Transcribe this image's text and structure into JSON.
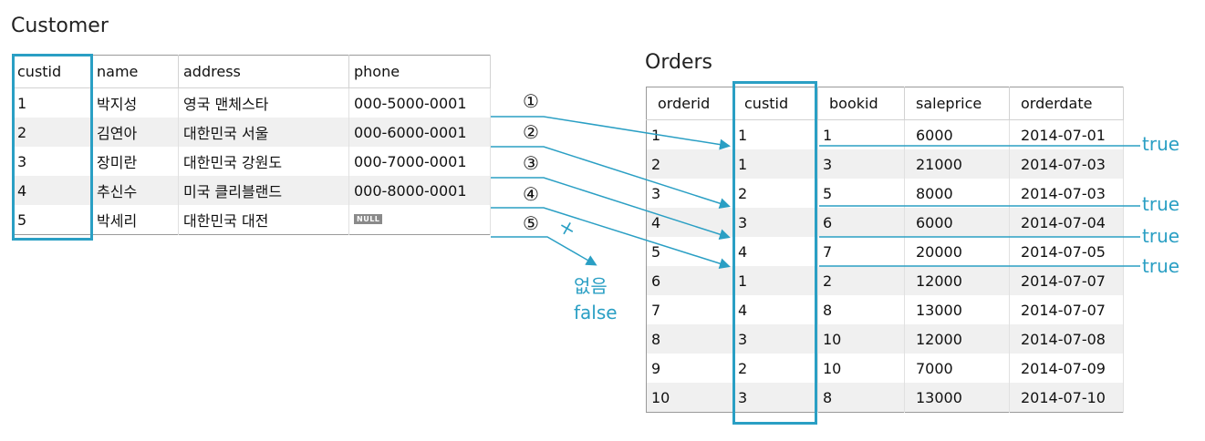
{
  "customer": {
    "title": "Customer",
    "columns": [
      "custid",
      "name",
      "address",
      "phone"
    ],
    "rows": [
      [
        "1",
        "박지성",
        "영국 맨체스타",
        "000-5000-0001"
      ],
      [
        "2",
        "김연아",
        "대한민국 서울",
        "000-6000-0001"
      ],
      [
        "3",
        "장미란",
        "대한민국 강원도",
        "000-7000-0001"
      ],
      [
        "4",
        "추신수",
        "미국 클리블랜드",
        "000-8000-0001"
      ],
      [
        "5",
        "박세리",
        "대한민국 대전",
        "NULL"
      ]
    ]
  },
  "orders": {
    "title": "Orders",
    "columns": [
      "orderid",
      "custid",
      "bookid",
      "saleprice",
      "orderdate"
    ],
    "rows": [
      [
        "1",
        "1",
        "1",
        "6000",
        "2014-07-01"
      ],
      [
        "2",
        "1",
        "3",
        "21000",
        "2014-07-03"
      ],
      [
        "3",
        "2",
        "5",
        "8000",
        "2014-07-03"
      ],
      [
        "4",
        "3",
        "6",
        "6000",
        "2014-07-04"
      ],
      [
        "5",
        "4",
        "7",
        "20000",
        "2014-07-05"
      ],
      [
        "6",
        "1",
        "2",
        "12000",
        "2014-07-07"
      ],
      [
        "7",
        "4",
        "8",
        "13000",
        "2014-07-07"
      ],
      [
        "8",
        "3",
        "10",
        "12000",
        "2014-07-08"
      ],
      [
        "9",
        "2",
        "10",
        "7000",
        "2014-07-09"
      ],
      [
        "10",
        "3",
        "8",
        "13000",
        "2014-07-10"
      ]
    ]
  },
  "markers": [
    "①",
    "②",
    "③",
    "④",
    "⑤"
  ],
  "annotations": {
    "true_label": "true",
    "x_mark": "×",
    "missing": "없음",
    "false_label": "false"
  },
  "colors": {
    "accent": "#2a9fc4"
  }
}
